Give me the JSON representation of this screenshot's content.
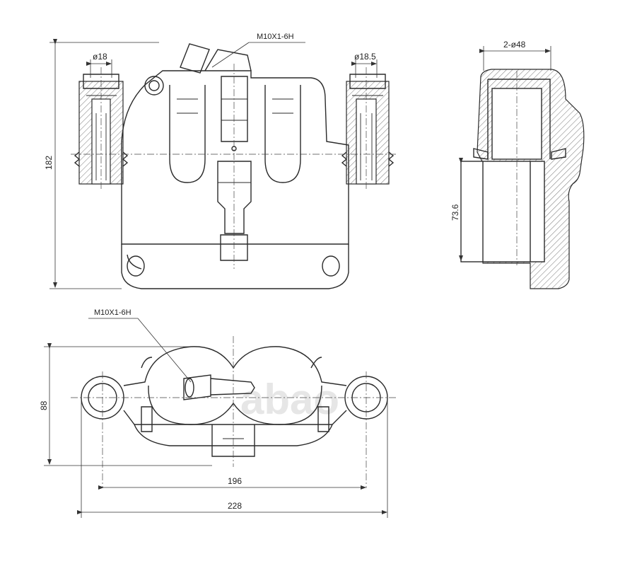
{
  "drawing": {
    "front_view": {
      "dimensions": {
        "height": "182",
        "bore_left": "ø18",
        "bore_right": "ø18.5"
      },
      "callout_thread": "M10X1-6H"
    },
    "side_view": {
      "dimensions": {
        "pistons": "2-ø48",
        "height": "73.6"
      }
    },
    "top_view": {
      "dimensions": {
        "height": "88",
        "inner_width": "196",
        "overall_width": "228"
      },
      "callout_thread": "M10X1-6H"
    },
    "watermark": "abao"
  }
}
